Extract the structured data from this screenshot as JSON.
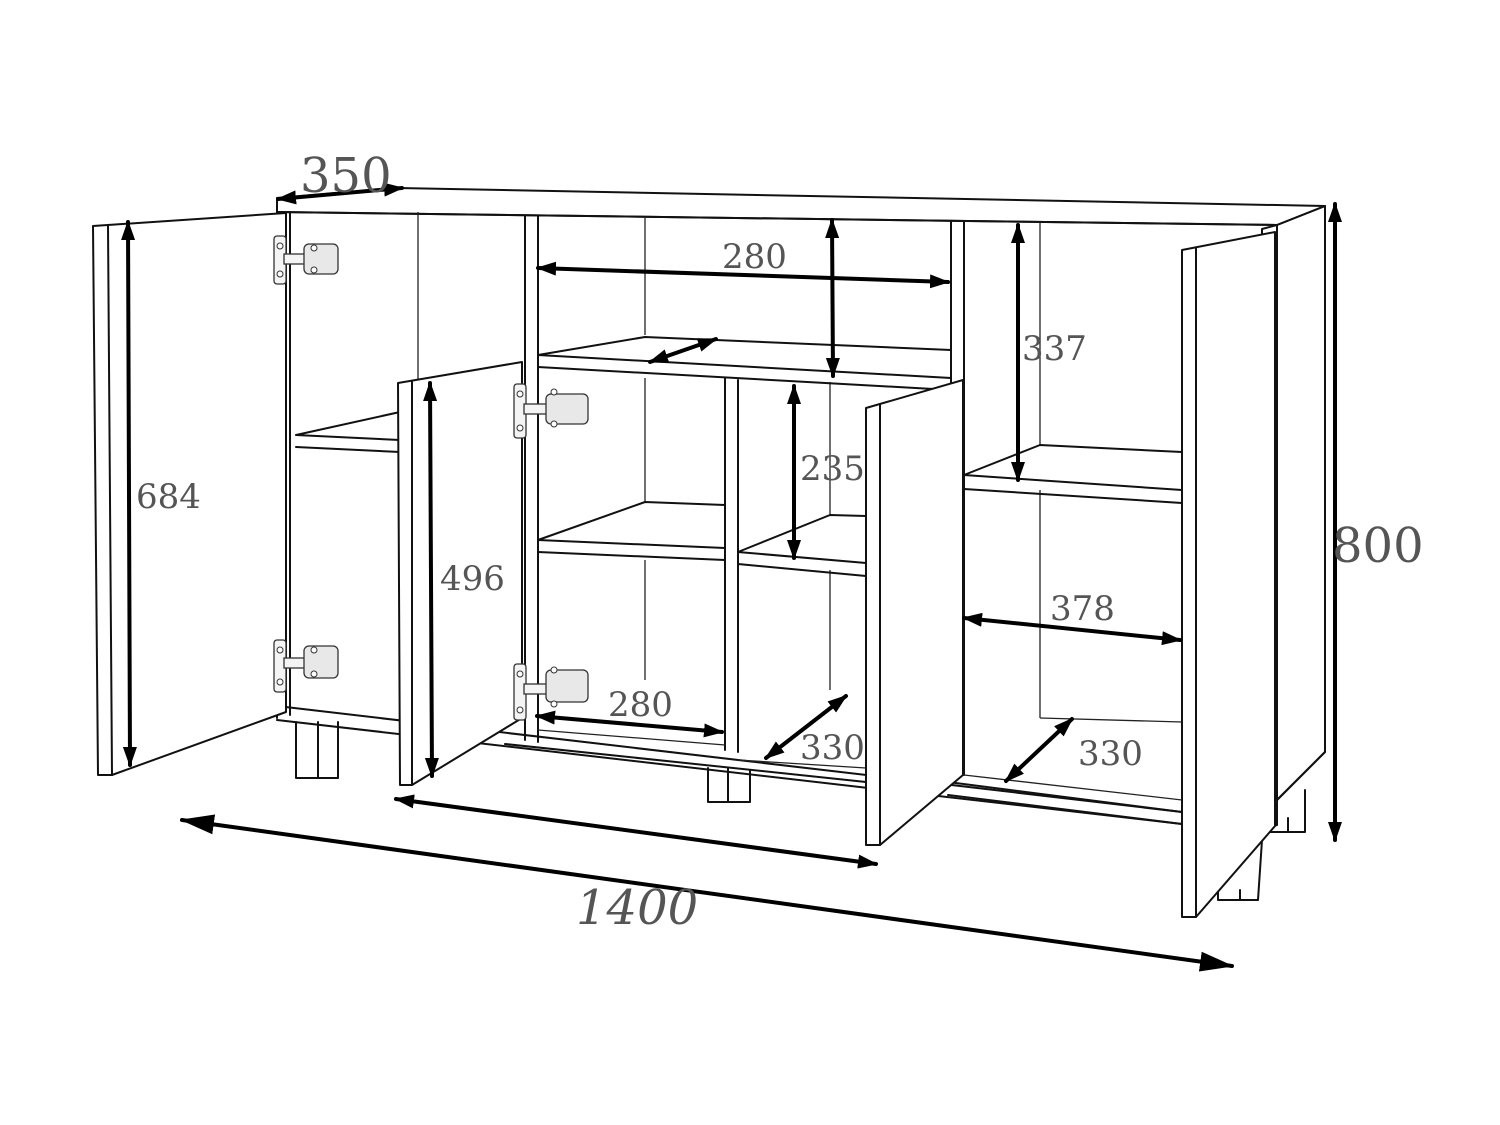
{
  "dimensions": {
    "depth": "350",
    "total_width": "1400",
    "total_height": "800",
    "left_door_height": "684",
    "center_door_height": "496",
    "top_shelf_width": "280",
    "top_shelf_height": "337",
    "mid_compartment_height": "235",
    "lower_left_width": "280",
    "lower_center_depth": "330",
    "right_compartment_width": "378",
    "right_compartment_depth": "330"
  }
}
